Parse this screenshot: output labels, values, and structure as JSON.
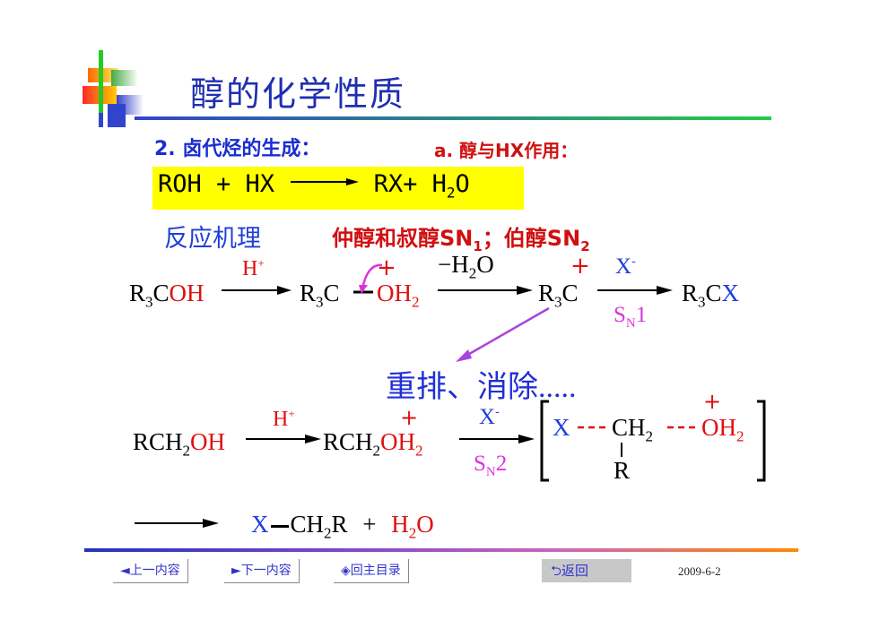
{
  "slide": {
    "title": "醇的化学性质",
    "subtitle_left": "2. 卤代烃的生成：",
    "subtitle_right": "a. 醇与HX作用：",
    "equation": {
      "reactants": "ROH + HX",
      "products": "RX+ H",
      "h2o_sub": "2",
      "h2o_o": "O"
    },
    "mechanism_label": "反应机理",
    "sn_label_part1": "仲醇和叔醇SN",
    "sn_sub1": "1",
    "sn_label_part2": "；伯醇SN",
    "sn_sub2": "2",
    "rearrange_label": "重排、消除.....",
    "row1": {
      "r3coh_R": "R",
      "r3coh_sub": "3",
      "r3coh_C": "C",
      "r3coh_OH": "OH",
      "hplus": "H",
      "plus_sup": "+",
      "r3c_R": "R",
      "r3c_sub": "3",
      "r3c_C": "C",
      "oh2_OH": "OH",
      "oh2_sub": "2",
      "minus_h2o": "−H",
      "minus_h2o_sub": "2",
      "minus_h2o_O": "O",
      "cation_R": "R",
      "cation_sub": "3",
      "cation_C": "C",
      "xminus": "X",
      "minus_sup": "-",
      "sn1_S": "S",
      "sn1_N": "N",
      "sn1_1": "1",
      "product_R": "R",
      "product_sub": "3",
      "product_C": "C",
      "product_X": "X"
    },
    "row2": {
      "rch2oh_RCH": "RCH",
      "rch2oh_sub": "2",
      "rch2oh_OH": "OH",
      "hplus": "H",
      "plus_sup": "+",
      "rch2_RCH": "RCH",
      "rch2_sub": "2",
      "rch2_O": "O",
      "rch2_H": "H",
      "rch2_sub2": "2",
      "xminus": "X",
      "minus_sup": "-",
      "sn2_S": "S",
      "sn2_N": "N",
      "sn2_2": "2",
      "ts_X": "X",
      "ts_CH": "CH",
      "ts_sub": "2",
      "ts_OH": "OH",
      "ts_sub2": "2",
      "ts_R": "R",
      "plus": "+"
    },
    "row3": {
      "X": "X",
      "CH2R_CH": "CH",
      "CH2R_sub": "2",
      "CH2R_R": "R",
      "plus": "+",
      "H2O_H": "H",
      "H2O_sub": "2",
      "H2O_O": "O"
    }
  },
  "footer": {
    "prev": "◄上一内容",
    "next": "►下一内容",
    "home": "◈回主目录",
    "back": "⮌返回",
    "date": "2009-6-2"
  },
  "colors": {
    "title": "#1f2fb0",
    "red": "#e01010",
    "blue": "#1f3fd8",
    "magenta": "#dd33dd",
    "green": "#22cc22",
    "yellow": "#ffff00"
  }
}
